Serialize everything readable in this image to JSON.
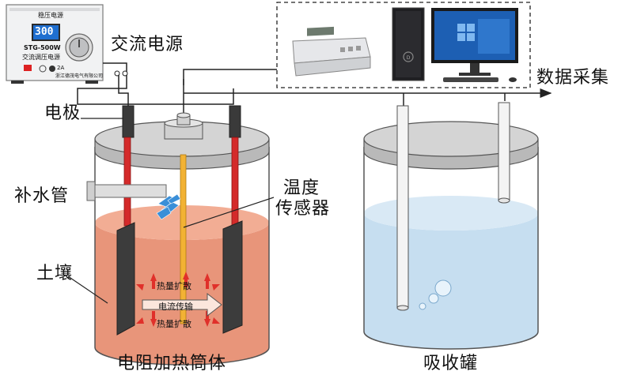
{
  "labels": {
    "ac_power": "交流电源",
    "data_acquisition": "数据采集",
    "electrode": "电极",
    "water_pipe": "补水管",
    "temp_sensor_line1": "温度",
    "temp_sensor_line2": "传感器",
    "soil": "土壤",
    "heater_cylinder": "电阻加热筒体",
    "absorption_tank": "吸收罐",
    "heat_diffusion_top": "热量扩散",
    "current_transfer": "电流传输",
    "heat_diffusion_bottom": "热量扩散"
  },
  "power_supply": {
    "title": "稳压电源",
    "display_value": "300",
    "model": "STG-500W",
    "subtitle": "交流调压电源",
    "manufacturer": "浙江德茂电气有限公司",
    "rating": "2A"
  },
  "colors": {
    "soil": "#e8957a",
    "water": "#c6def0",
    "lid": "#c8c8c8",
    "electrode_rod": "#d42a2a",
    "electrode_plate": "#3c3c3c",
    "sensor_rod": "#f2b234",
    "arrow_red": "#e0302a",
    "flow_blue": "#3a8fd8"
  }
}
